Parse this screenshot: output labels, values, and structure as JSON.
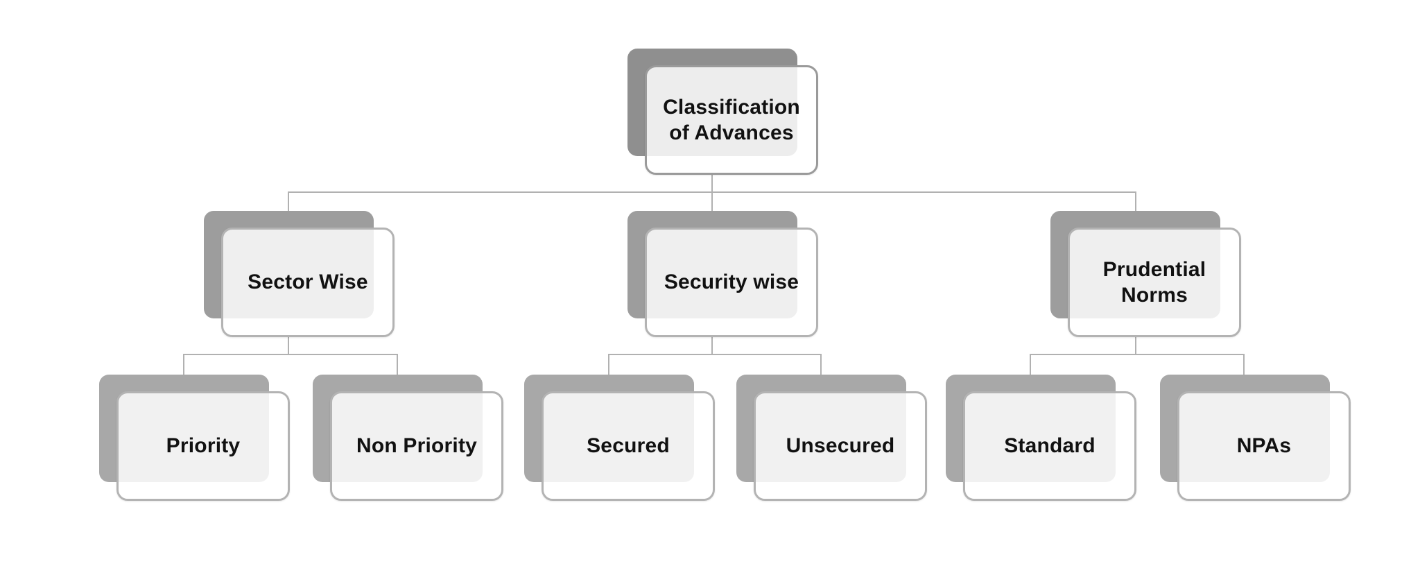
{
  "diagram": {
    "type": "hierarchy",
    "root": {
      "label": "Classification of Advances"
    },
    "branches": [
      {
        "label": "Sector Wise",
        "children": [
          {
            "label": "Priority"
          },
          {
            "label": "Non Priority"
          }
        ]
      },
      {
        "label": "Security wise",
        "children": [
          {
            "label": "Secured"
          },
          {
            "label": "Unsecured"
          }
        ]
      },
      {
        "label": "Prudential Norms",
        "children": [
          {
            "label": "Standard"
          },
          {
            "label": "NPAs"
          }
        ]
      }
    ]
  },
  "colors": {
    "background": "#ffffff",
    "shadow_box_root": "#8f8f8f",
    "shadow_box_branch": "#9d9d9d",
    "shadow_box_leaf": "#a8a8a8",
    "front_box_fill": "rgba(255,255,255,0.84)",
    "front_box_border_root": "#9a9a9a",
    "front_box_border": "#b3b3b3",
    "connector": "#b1b1b1",
    "text": "#111111"
  }
}
